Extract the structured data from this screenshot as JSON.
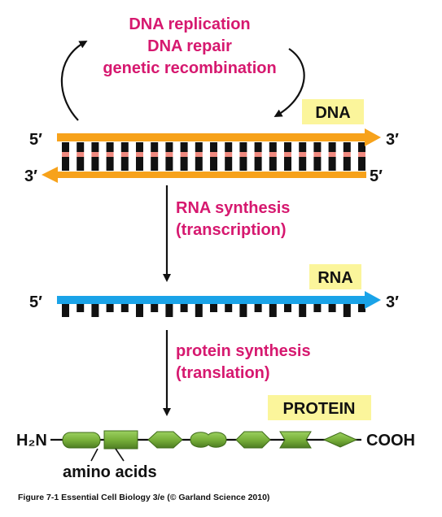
{
  "top_process": {
    "line1": "DNA replication",
    "line2": "DNA repair",
    "line3": "genetic recombination"
  },
  "dna": {
    "label": "DNA",
    "top_left_end": "5′",
    "top_right_end": "3′",
    "bottom_left_end": "3′",
    "bottom_right_end": "5′"
  },
  "transcription": {
    "line1": "RNA synthesis",
    "line2": "(transcription)"
  },
  "rna": {
    "label": "RNA",
    "left_end": "5′",
    "right_end": "3′"
  },
  "translation": {
    "line1": "protein synthesis",
    "line2": "(translation)"
  },
  "protein": {
    "label": "PROTEIN",
    "n_terminus": "H₂N",
    "c_terminus": "COOH",
    "amino_acids_label": "amino acids"
  },
  "caption": "Figure 7-1  Essential Cell Biology 3/e (© Garland Science 2010)",
  "colors": {
    "pink": "#d6186f",
    "dna_strand": "#f7a21b",
    "base_pair": "#f08a80",
    "rna_strand": "#1aa3e8",
    "amino_acid": "#7ab03c",
    "label_box": "#fbf59b"
  }
}
